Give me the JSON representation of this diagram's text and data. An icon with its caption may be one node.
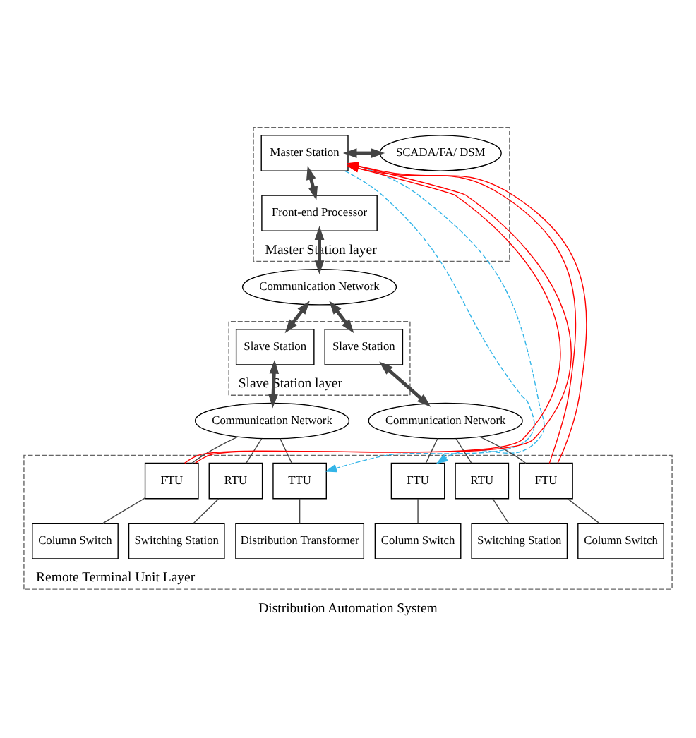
{
  "diagram": {
    "caption": "Distribution Automation System",
    "nodes": [
      {
        "text": [
          "Master Station layer"
        ]
      },
      {
        "text": [
          "Master Station"
        ],
        "in": 0
      },
      {
        "text": [
          "SCADA/FA/ DSM"
        ],
        "in": 0
      },
      {
        "text": [
          "Front-end Processor"
        ],
        "in": 0
      },
      {
        "text": [
          "Communication Network"
        ]
      },
      {
        "text": [
          "Slave Station layer"
        ]
      },
      {
        "text": [
          "Slave Station"
        ],
        "in": 5
      },
      {
        "text": [
          "Slave Station"
        ],
        "in": 5
      },
      {
        "text": [
          "Communication Network"
        ]
      },
      {
        "text": [
          "Communication Network"
        ]
      },
      {
        "text": [
          "Remote Terminal Unit Layer"
        ]
      },
      {
        "text": [
          "FTU"
        ],
        "in": 10
      },
      {
        "text": [
          "RTU"
        ],
        "in": 10
      },
      {
        "text": [
          "TTU"
        ],
        "in": 10
      },
      {
        "text": [
          "FTU"
        ],
        "in": 10
      },
      {
        "text": [
          "RTU"
        ],
        "in": 10
      },
      {
        "text": [
          "FTU"
        ],
        "in": 10
      },
      {
        "text": [
          "Column Switch"
        ],
        "in": 10
      },
      {
        "text": [
          "Switching Station"
        ],
        "in": 10
      },
      {
        "text": [
          "Distribution Transformer"
        ],
        "in": 10
      },
      {
        "text": [
          "Column Switch"
        ],
        "in": 10
      },
      {
        "text": [
          "Switching Station"
        ],
        "in": 10
      },
      {
        "text": [
          "Column Switch"
        ],
        "in": 10
      }
    ],
    "edges": [
      {
        "from": 1,
        "to": 2,
        "arrow": "both",
        "style": "thick"
      },
      {
        "from": 1,
        "to": 3,
        "arrow": "both",
        "style": "thick"
      },
      {
        "from": 3,
        "to": 4,
        "arrow": "both",
        "style": "thick"
      },
      {
        "from": 4,
        "to": 6,
        "arrow": "both",
        "style": "thick"
      },
      {
        "from": 4,
        "to": 7,
        "arrow": "both",
        "style": "thick"
      },
      {
        "from": 6,
        "to": 8,
        "arrow": "both",
        "style": "thick"
      },
      {
        "from": 7,
        "to": 9,
        "arrow": "both",
        "style": "thick"
      },
      {
        "from": 8,
        "to": 11,
        "arrow": "none"
      },
      {
        "from": 8,
        "to": 12,
        "arrow": "none"
      },
      {
        "from": 8,
        "to": 13,
        "arrow": "none"
      },
      {
        "from": 9,
        "to": 14,
        "arrow": "none"
      },
      {
        "from": 9,
        "to": 15,
        "arrow": "none"
      },
      {
        "from": 9,
        "to": 16,
        "arrow": "none"
      },
      {
        "from": 11,
        "to": 17,
        "arrow": "none"
      },
      {
        "from": 12,
        "to": 18,
        "arrow": "none"
      },
      {
        "from": 13,
        "to": 19,
        "arrow": "none"
      },
      {
        "from": 14,
        "to": 20,
        "arrow": "none"
      },
      {
        "from": 15,
        "to": 21,
        "arrow": "none"
      },
      {
        "from": 16,
        "to": 22,
        "arrow": "none"
      },
      {
        "from": 11,
        "to": 1,
        "arrow": "to",
        "color": "#ff0000"
      },
      {
        "from": 11,
        "to": 1,
        "arrow": "to",
        "color": "#ff0000"
      },
      {
        "from": 16,
        "to": 1,
        "arrow": "to",
        "color": "#ff0000"
      },
      {
        "from": 16,
        "to": 1,
        "arrow": "to",
        "color": "#ff0000"
      },
      {
        "from": 1,
        "to": 13,
        "arrow": "to",
        "style": "dashed",
        "color": "#33b5e8"
      },
      {
        "from": 1,
        "to": 14,
        "arrow": "to",
        "style": "dashed",
        "color": "#33b5e8"
      }
    ]
  }
}
